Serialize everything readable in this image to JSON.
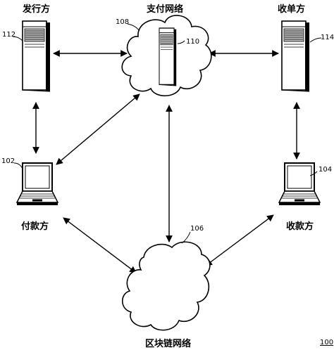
{
  "labels": {
    "issuer": "发行方",
    "payment_network": "支付网络",
    "acquirer": "收单方",
    "payer": "付款方",
    "payee": "收款方",
    "blockchain_network": "区块链网络"
  },
  "refs": {
    "figure": "100",
    "blockchain": "106",
    "payment_network": "108",
    "payment_server": "110",
    "issuer_server": "112",
    "acquirer_server": "114",
    "payer_computer": "102",
    "payee_computer": "104"
  },
  "icons": {
    "server": "server-tower-icon",
    "laptop": "laptop-icon",
    "cloud": "cloud-icon"
  }
}
